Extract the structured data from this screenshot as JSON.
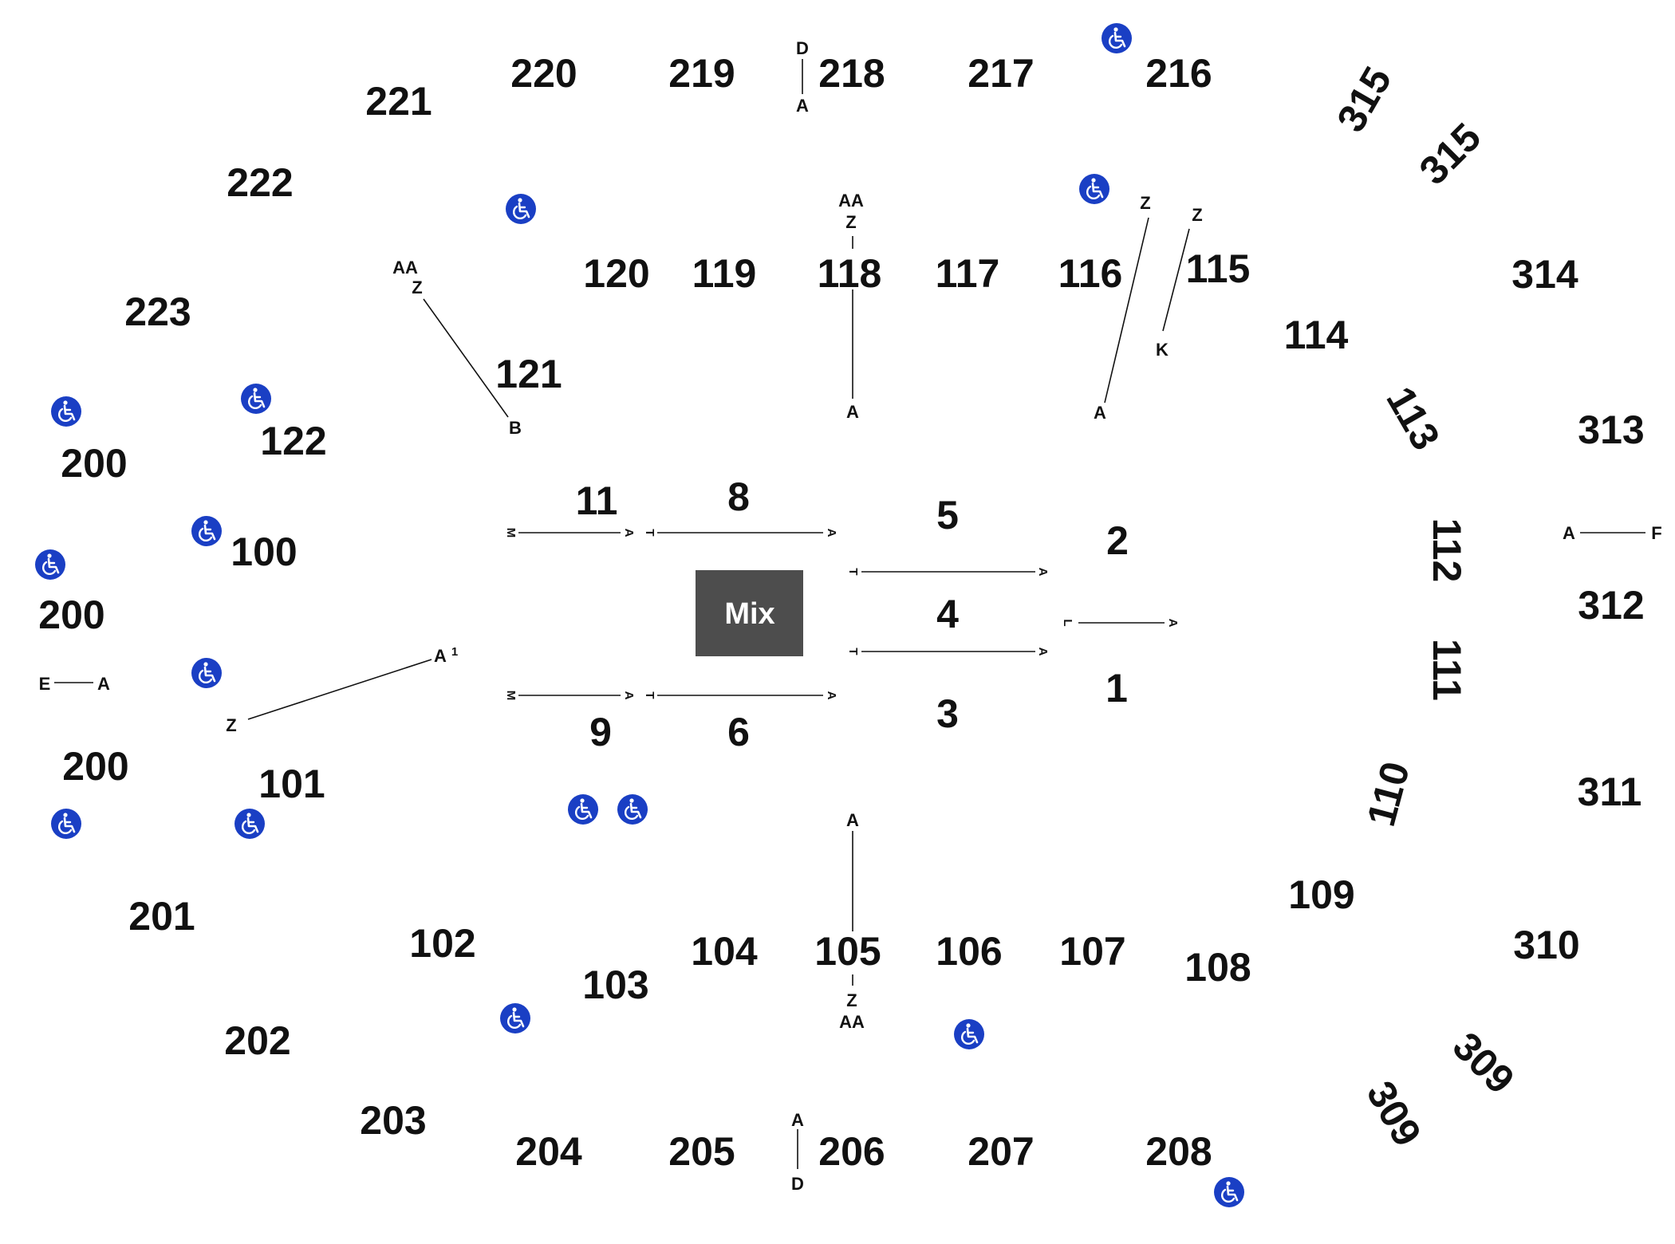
{
  "sections": {
    "s220": "220",
    "s219": "219",
    "s218": "218",
    "s217": "217",
    "s216": "216",
    "s221": "221",
    "s222": "222",
    "s223": "223",
    "s200a": "200",
    "s200b": "200",
    "s200c": "200",
    "s201": "201",
    "s202": "202",
    "s203": "203",
    "s204": "204",
    "s205": "205",
    "s206": "206",
    "s207": "207",
    "s208": "208",
    "s120": "120",
    "s119": "119",
    "s118": "118",
    "s117": "117",
    "s116": "116",
    "s115": "115",
    "s114": "114",
    "s113": "113",
    "s112": "112",
    "s111": "111",
    "s110": "110",
    "s109": "109",
    "s121": "121",
    "s122": "122",
    "s100": "100",
    "s101": "101",
    "s102": "102",
    "s103": "103",
    "s104": "104",
    "s105": "105",
    "s106": "106",
    "s107": "107",
    "s108": "108",
    "s315a": "315",
    "s315b": "315",
    "s314": "314",
    "s313": "313",
    "s312": "312",
    "s311": "311",
    "s310": "310",
    "s309a": "309",
    "s309b": "309",
    "f11": "11",
    "f8": "8",
    "f5": "5",
    "f2": "2",
    "f4": "4",
    "f1": "1",
    "f9": "9",
    "f6": "6",
    "f3": "3"
  },
  "mix_label": "Mix",
  "rows": {
    "r218_top": "D",
    "r218_bot": "A",
    "r206_top": "A",
    "r206_bot": "D",
    "r118_aa": "AA",
    "r118_z": "Z",
    "r118_a": "A",
    "r105_a": "A",
    "r105_z": "Z",
    "r105_aa": "AA",
    "r121_aa": "AA",
    "r121_z": "Z",
    "r121_b": "B",
    "r116_z": "Z",
    "r116_a": "A",
    "r115_z": "Z",
    "r115_k": "K",
    "r101_a": "A",
    "r101_1": "1",
    "r101_z": "Z",
    "r200_e": "E",
    "r200_a": "A",
    "r312_a": "A",
    "r312_f": "F",
    "f11_m": "M",
    "f11_a": "A",
    "f8_t": "T",
    "f8_a": "A",
    "f9_m": "M",
    "f9_a": "A",
    "f6_t": "T",
    "f6_a": "A",
    "f5_t": "T",
    "f5_a": "A",
    "f4_t": "T",
    "f4_a": "A",
    "f1_l": "L",
    "f1_a": "A"
  },
  "colors": {
    "accessible": "#1a3fc4",
    "mix_fill": "#4d4d4d",
    "text": "#111111"
  },
  "icons": {
    "accessible": "wheelchair-icon"
  }
}
